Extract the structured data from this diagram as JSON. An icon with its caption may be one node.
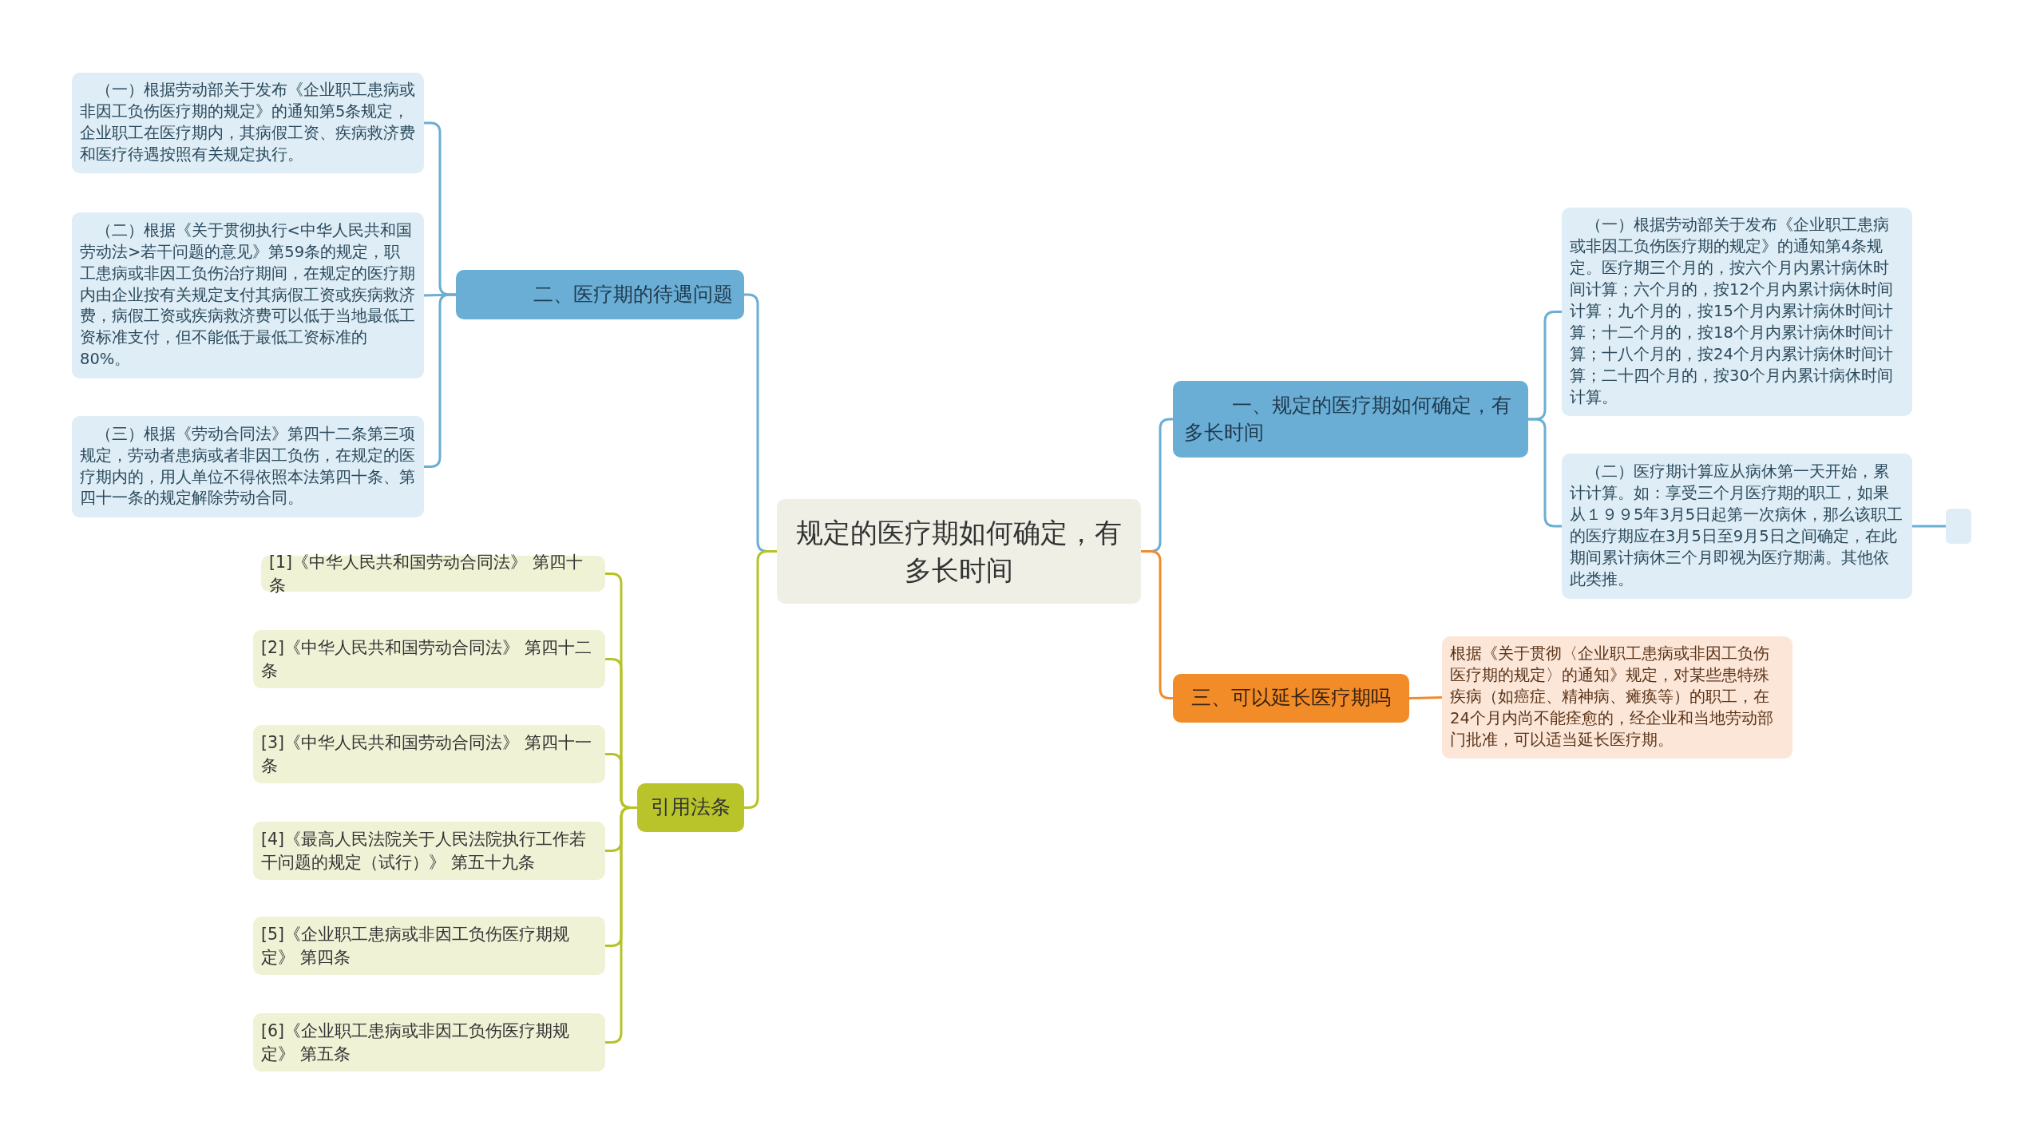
{
  "diagram": {
    "nodes": [
      {
        "text": [
          "规定的医疗期如何确定，有多长时间"
        ]
      },
      {
        "text": [
          "二、医疗期的待遇问题"
        ]
      },
      {
        "text": [
          "（一）根据劳动部关于发布《企业职工患病或非因工负伤医疗期的规定》的通知第5条规定，企业职工在医疗期内，其病假工资、疾病救济费和医疗待遇按照有关规定执行。"
        ]
      },
      {
        "text": [
          "（二）根据《关于贯彻执行<中华人民共和国劳动法>若干问题的意见》第59条的规定，职工患病或非因工负伤治疗期间，在规定的医疗期内由企业按有关规定支付其病假工资或疾病救济费，病假工资或疾病救济费可以低于当地最低工资标准支付，但不能低于最低工资标准的80%。"
        ]
      },
      {
        "text": [
          "（三）根据《劳动合同法》第四十二条第三项规定，劳动者患病或者非因工负伤，在规定的医疗期内的，用人单位不得依照本法第四十条、第四十一条的规定解除劳动合同。"
        ]
      },
      {
        "text": [
          "引用法条"
        ]
      },
      {
        "text": [
          "[1]《中华人民共和国劳动合同法》 第四十条"
        ]
      },
      {
        "text": [
          "[2]《中华人民共和国劳动合同法》 第四十二条"
        ]
      },
      {
        "text": [
          "[3]《中华人民共和国劳动合同法》 第四十一条"
        ]
      },
      {
        "text": [
          "[4]《最高人民法院关于人民法院执行工作若干问题的规定（试行）》 第五十九条"
        ]
      },
      {
        "text": [
          "[5]《企业职工患病或非因工负伤医疗期规定》 第四条"
        ]
      },
      {
        "text": [
          "[6]《企业职工患病或非因工负伤医疗期规定》 第五条"
        ]
      },
      {
        "text": [
          "一、规定的医疗期如何确定，有多长时间"
        ]
      },
      {
        "text": [
          "（一）根据劳动部关于发布《企业职工患病或非因工负伤医疗期的规定》的通知第4条规定。医疗期三个月的，按六个月内累计病休时间计算；六个月的，按12个月内累计病休时间计算；九个月的，按15个月内累计病休时间计算；十二个月的，按18个月内累计病休时间计算；十八个月的，按24个月内累计病休时间计算；二十四个月的，按30个月内累计病休时间计算。"
        ]
      },
      {
        "text": [
          "（二）医疗期计算应从病休第一天开始，累计计算。如：享受三个月医疗期的职工，如果从１９９5年3月5日起第一次病休，那么该职工的医疗期应在3月5日至9月5日之间确定，在此期间累计病休三个月即视为医疗期满。其他依此类推。"
        ]
      },
      {
        "text": [],
        "shape": "box"
      },
      {
        "text": [
          "三、可以延长医疗期吗"
        ]
      },
      {
        "text": [
          "根据《关于贯彻〈企业职工患病或非因工负伤医疗期的规定〉的通知》规定，对某些患特殊疾病（如癌症、精神病、瘫痪等）的职工，在24个月内尚不能痊愈的，经企业和当地劳动部门批准，可以适当延长医疗期。"
        ]
      }
    ],
    "edges": [
      {
        "from": 0,
        "to": 1,
        "arrow": "none"
      },
      {
        "from": 1,
        "to": 2,
        "arrow": "none"
      },
      {
        "from": 1,
        "to": 3,
        "arrow": "none"
      },
      {
        "from": 1,
        "to": 4,
        "arrow": "none"
      },
      {
        "from": 0,
        "to": 5,
        "arrow": "none",
        "color": "#b5c327"
      },
      {
        "from": 5,
        "to": 6,
        "arrow": "none",
        "color": "#b5c327"
      },
      {
        "from": 5,
        "to": 7,
        "arrow": "none",
        "color": "#b5c327"
      },
      {
        "from": 5,
        "to": 8,
        "arrow": "none",
        "color": "#b5c327"
      },
      {
        "from": 5,
        "to": 9,
        "arrow": "none",
        "color": "#b5c327"
      },
      {
        "from": 5,
        "to": 10,
        "arrow": "none",
        "color": "#b5c327"
      },
      {
        "from": 5,
        "to": 11,
        "arrow": "none",
        "color": "#b5c327"
      },
      {
        "from": 0,
        "to": 12,
        "arrow": "none"
      },
      {
        "from": 12,
        "to": 13,
        "arrow": "none"
      },
      {
        "from": 12,
        "to": 14,
        "arrow": "none"
      },
      {
        "from": 14,
        "to": 15,
        "arrow": "none"
      },
      {
        "from": 0,
        "to": 16,
        "arrow": "none",
        "color": "#f08c2e"
      },
      {
        "from": 16,
        "to": 17,
        "arrow": "none",
        "color": "#f08c2e"
      }
    ]
  }
}
